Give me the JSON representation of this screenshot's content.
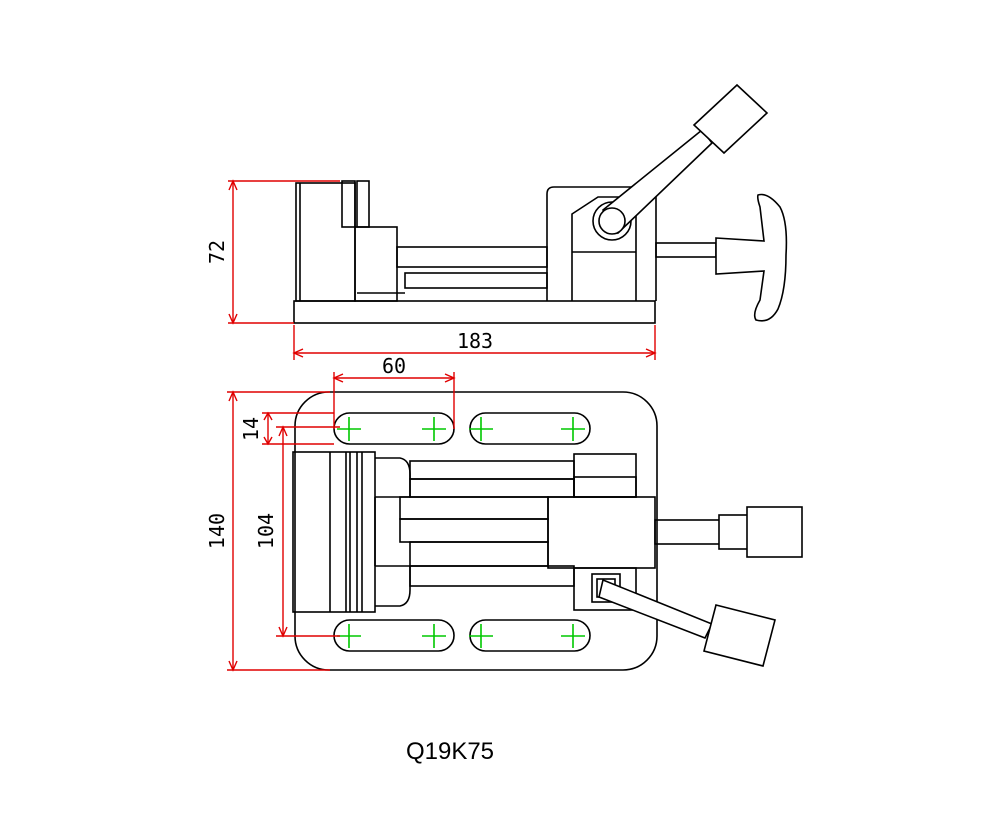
{
  "model": "Q19K75",
  "dimensions": {
    "height": "72",
    "length": "183",
    "slot_spacing": "60",
    "slot_width": "14",
    "jaw_width": "104",
    "base_width": "140"
  },
  "colors": {
    "outline": "#000000",
    "dimension_lines": "#e00000",
    "center_marks": "#00c800"
  }
}
